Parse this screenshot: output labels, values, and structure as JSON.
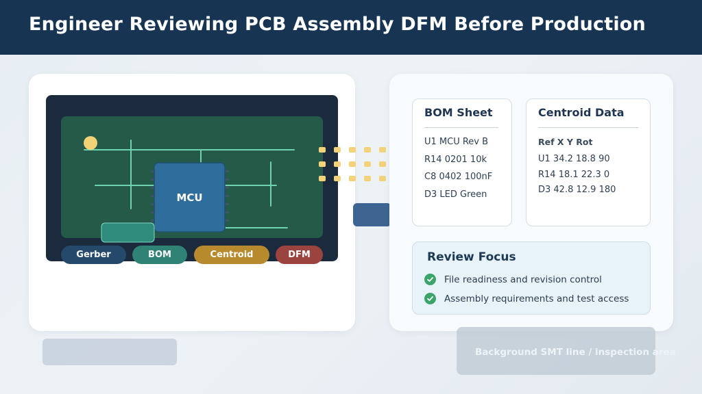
{
  "header": {
    "title": "Engineer Reviewing PCB Assembly DFM Before Production"
  },
  "board": {
    "chip_label": "MCU"
  },
  "chips": {
    "gerber": "Gerber",
    "bom": "BOM",
    "centroid": "Centroid",
    "dfm": "DFM"
  },
  "bom_sheet": {
    "title": "BOM Sheet",
    "lines": [
      "U1 MCU Rev B",
      "R14 0201 10k",
      "C8 0402 100nF",
      "D3 LED Green"
    ]
  },
  "centroid": {
    "title": "Centroid Data",
    "header": "Ref X Y Rot",
    "lines": [
      "U1 34.2 18.8 90",
      "R14 18.1 22.3 0",
      "D3 42.8 12.9 180"
    ]
  },
  "review_focus": {
    "title": "Review Focus",
    "items": [
      "File readiness and revision control",
      "Assembly requirements and test access"
    ]
  },
  "background": {
    "label": "Background SMT line / inspection area"
  },
  "colors": {
    "header": "#173552",
    "pcb": "#245a47",
    "trace": "#6fd3b0",
    "mcu": "#2f6d9c",
    "gerber": "#24496b",
    "bom": "#2f8274",
    "centroid": "#b78a2d",
    "dfm": "#9a433f",
    "check": "#3aa46a"
  }
}
